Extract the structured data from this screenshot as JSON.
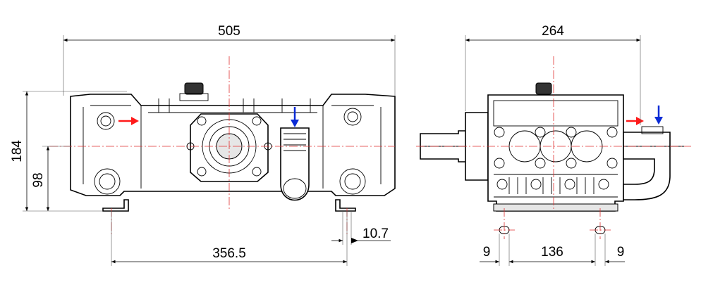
{
  "dimensions": {
    "front_width": "505",
    "front_height": "184",
    "front_axis_height": "98",
    "front_mount_spacing": "356.5",
    "front_foot_width": "10.7",
    "side_width": "264",
    "side_mount_spacing": "136",
    "side_slot_left": "9",
    "side_slot_right": "9"
  },
  "colors": {
    "inlet_arrow": "#ff1a1a",
    "outlet_arrow": "#0a2bd6",
    "centerline": "#e03030"
  }
}
